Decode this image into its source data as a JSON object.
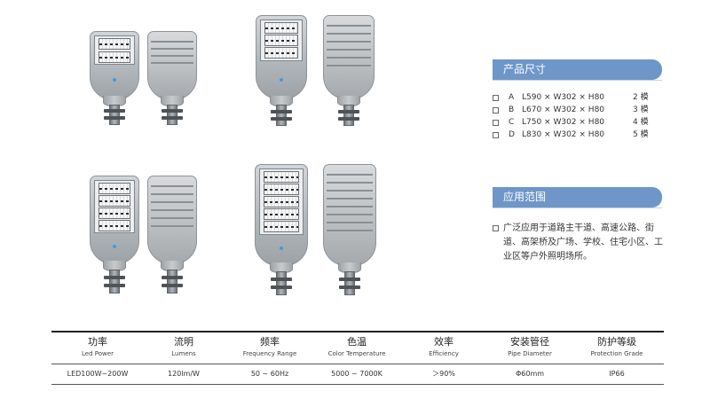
{
  "products": [
    {
      "name": "lamp-2-module",
      "modules": 2
    },
    {
      "name": "lamp-3-module",
      "modules": 3
    },
    {
      "name": "lamp-4-module",
      "modules": 4
    },
    {
      "name": "lamp-5-module",
      "modules": 5
    }
  ],
  "size_section": {
    "title": "产品尺寸",
    "rows": [
      {
        "letter": "A",
        "size": "L590 × W302 × H80",
        "modules": "2 模"
      },
      {
        "letter": "B",
        "size": "L670 × W302 × H80",
        "modules": "3 模"
      },
      {
        "letter": "C",
        "size": "L750 × W302 × H80",
        "modules": "4 模"
      },
      {
        "letter": "D",
        "size": "L830 × W302 × H80",
        "modules": "5 模"
      }
    ]
  },
  "application_section": {
    "title": "应用范围",
    "text": "广泛应用于道路主干道、高速公路、街道、高架桥及广场、学校、住宅小区、工业区等户外照明场所。"
  },
  "spec_table": {
    "columns": [
      {
        "zh": "功率",
        "en": "Led Power",
        "value": "LED100W~200W"
      },
      {
        "zh": "流明",
        "en": "Lumens",
        "value": "120lm/W"
      },
      {
        "zh": "频率",
        "en": "Frequency Range",
        "value": "50 ~ 60Hz"
      },
      {
        "zh": "色温",
        "en": "Color Temperature",
        "value": "5000 ~ 7000K"
      },
      {
        "zh": "效率",
        "en": "Efficiency",
        "value": "＞90%"
      },
      {
        "zh": "安装管径",
        "en": "Pipe Diameter",
        "value": "Φ60mm"
      },
      {
        "zh": "防护等级",
        "en": "Protection Grade",
        "value": "IP66"
      }
    ]
  }
}
